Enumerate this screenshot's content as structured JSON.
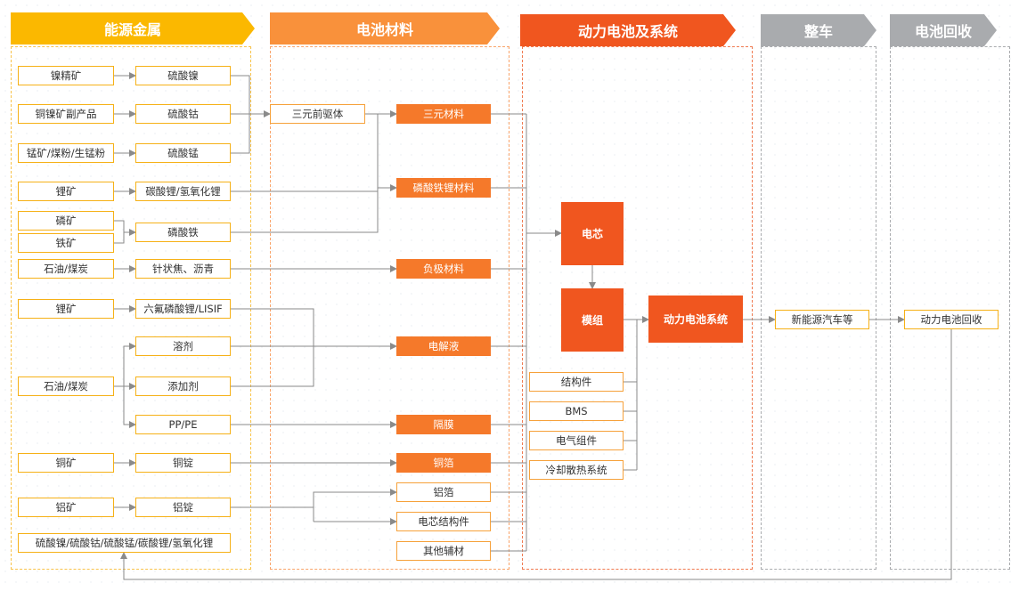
{
  "headers": {
    "energy_metals": "能源金属",
    "battery_materials": "电池材料",
    "power_battery_system": "动力电池及系统",
    "vehicle": "整车",
    "recycling": "电池回收"
  },
  "col1": {
    "nickel_concentrate": "镍精矿",
    "nickel_sulfate": "硫酸镍",
    "copper_nickel_byproduct": "铜镍矿副产品",
    "cobalt_sulfate": "硫酸钴",
    "manganese_ore": "锰矿/煤粉/生锰粉",
    "manganese_sulfate": "硫酸锰",
    "lithium_ore_1": "锂矿",
    "lithium_carbonate": "碳酸锂/氢氧化锂",
    "phosphate_ore": "磷矿",
    "iron_ore": "铁矿",
    "iron_phosphate": "磷酸铁",
    "petroleum_coal_1": "石油/煤炭",
    "needle_coke": "针状焦、沥青",
    "lithium_ore_2": "锂矿",
    "lipf6": "六氟磷酸锂/LISIF",
    "solvent": "溶剂",
    "petroleum_coal_2": "石油/煤炭",
    "additive": "添加剂",
    "pp_pe": "PP/PE",
    "copper_ore": "铜矿",
    "copper_ingot": "铜锭",
    "aluminum_ore": "铝矿",
    "aluminum_ingot": "铝锭",
    "recycled_outputs": "硫酸镍/硫酸钴/硫酸锰/碳酸锂/氢氧化锂"
  },
  "col2": {
    "ternary_precursor": "三元前驱体",
    "ternary_material": "三元材料",
    "lfp_material": "磷酸铁锂材料",
    "anode_material": "负极材料",
    "electrolyte": "电解液",
    "separator": "隔膜",
    "copper_foil": "铜箔",
    "aluminum_foil": "铝箔",
    "cell_structure": "电芯结构件",
    "other_auxiliary": "其他辅材"
  },
  "col3": {
    "cell": "电芯",
    "module": "模组",
    "power_battery_system": "动力电池系统",
    "structural_parts": "结构件",
    "bms": "BMS",
    "electrical_components": "电气组件",
    "cooling_system": "冷却散热系统"
  },
  "col4": {
    "nev": "新能源汽车等"
  },
  "col5": {
    "battery_recycling": "动力电池回收"
  },
  "colors": {
    "yellow": "#fbb800",
    "light_orange": "#f9913b",
    "dark_orange": "#f0561f",
    "gray": "#a9abae",
    "box_border": "#f6b117",
    "filled_box": "#f5792a",
    "wire": "#8a8a8a"
  }
}
